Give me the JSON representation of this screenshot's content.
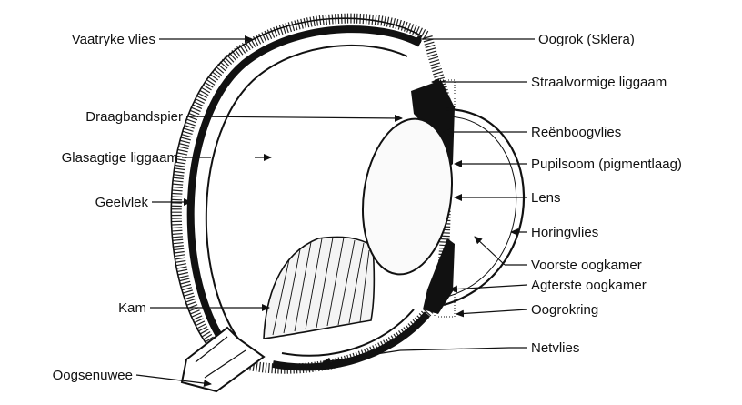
{
  "labels": {
    "vaatryke_vlies": "Vaatryke vlies",
    "draagbandspier": "Draagbandspier",
    "glasagtige_liggaam": "Glasagtige liggaam",
    "geelvlek": "Geelvlek",
    "kam": "Kam",
    "oogsenuwee": "Oogsenuwee",
    "oogrok": "Oogrok (Sklera)",
    "straalvormige_liggaam": "Straalvormige liggaam",
    "reenboogvlies": "Reënboogvlies",
    "pupilsoom": "Pupilsoom (pigmentlaag)",
    "lens": "Lens",
    "horingvlies": "Horingvlies",
    "voorste_oogkamer": "Voorste oogkamer",
    "agterste_oogkamer": "Agterste oogkamer",
    "oogrokring": "Oogrokring",
    "netvlies": "Netvlies"
  }
}
